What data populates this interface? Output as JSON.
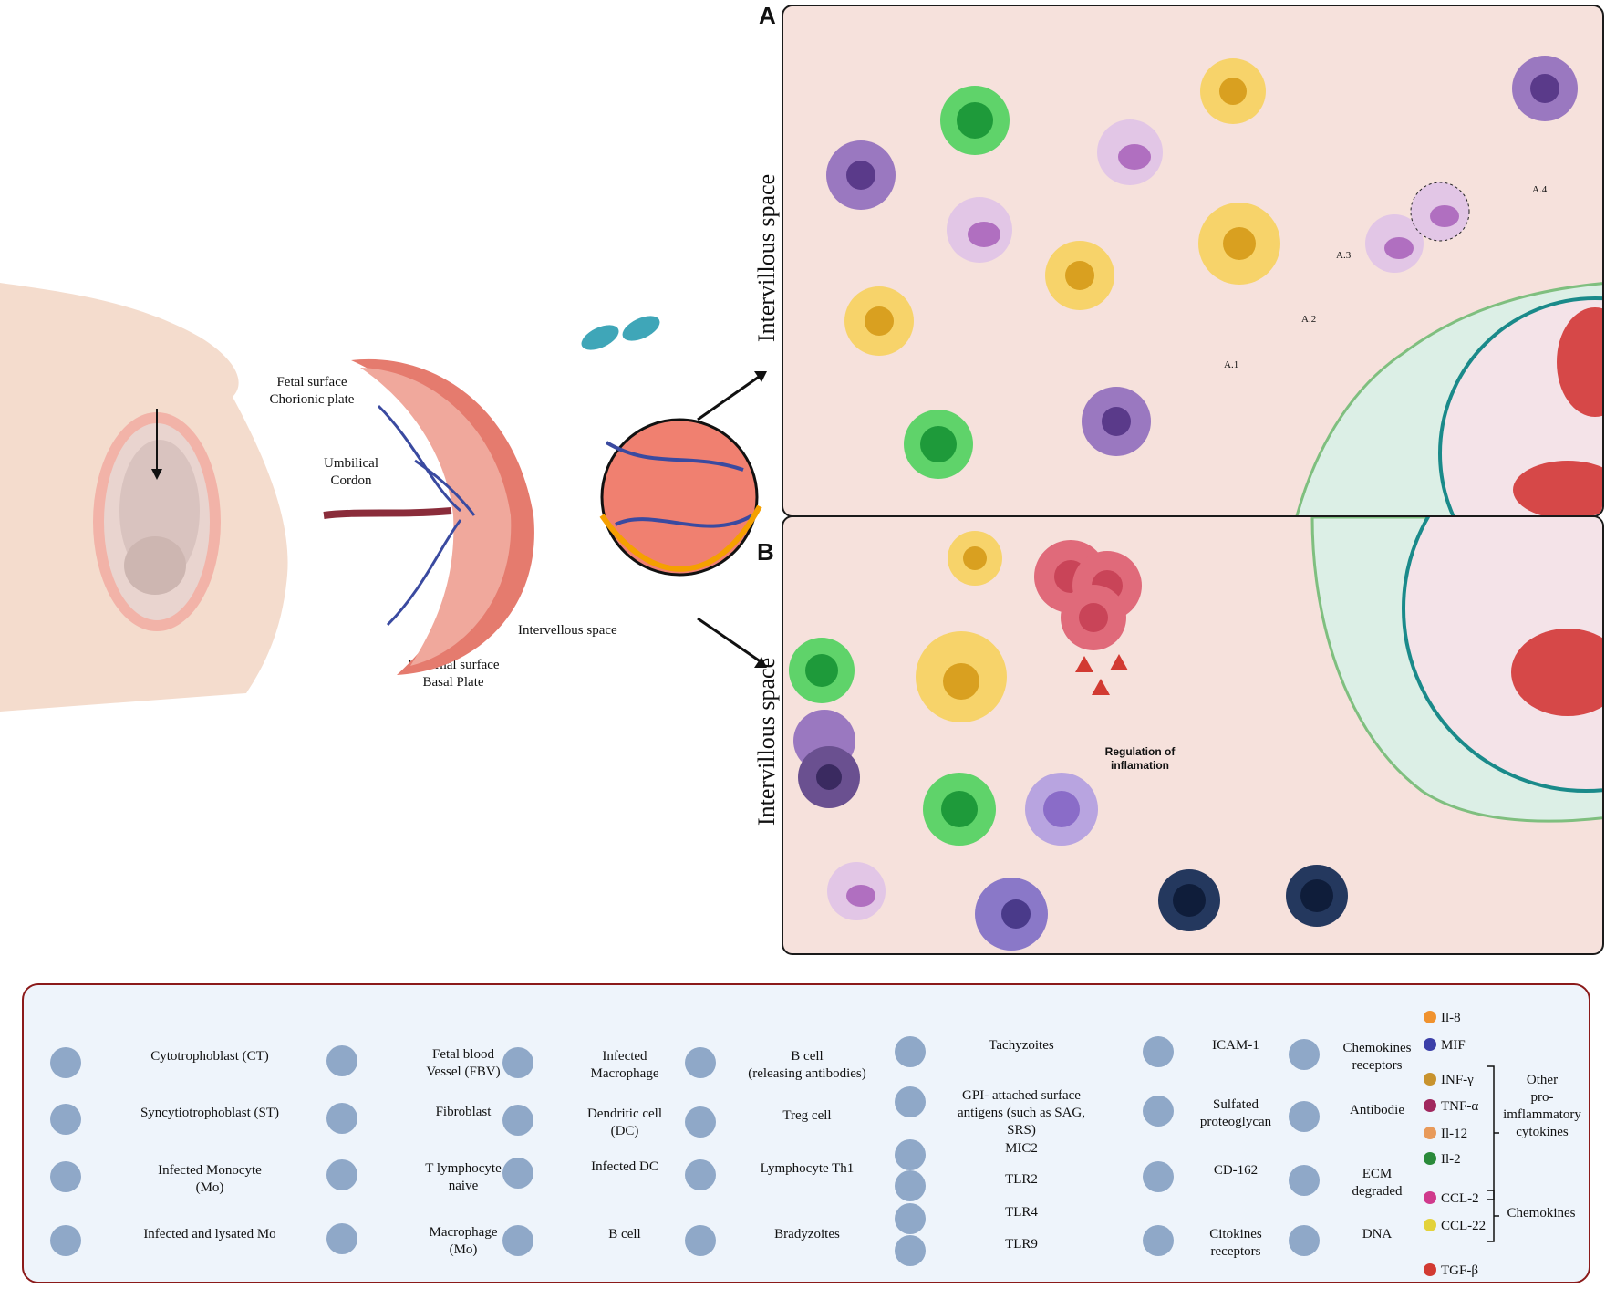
{
  "left": {
    "fetal_surface": [
      "Fetal surface",
      "Chorionic plate"
    ],
    "umbilical": [
      "Umbilical",
      "Cordon"
    ],
    "intervillous": "Intervellous space",
    "maternal_surface": [
      "Maternal surface",
      "Basal Plate"
    ]
  },
  "panel_a": {
    "letter": "A",
    "side_label": "Intervillous space",
    "steps": [
      "A.1",
      "A.2",
      "A.3",
      "A.4"
    ]
  },
  "panel_b": {
    "letter": "B",
    "side_label": "Intervillous space",
    "regulation": [
      "Regulation of",
      "inflamation"
    ]
  },
  "legend": {
    "col1": [
      {
        "label": "Cytotrophoblast (CT)",
        "icon": "cytotrophoblast-icon"
      },
      {
        "label": "Syncytiotrophoblast (ST)",
        "icon": "syncytiotrophoblast-icon"
      },
      {
        "label": "Infected  Monocyte\n(Mo)",
        "icon": "infected-monocyte-icon"
      },
      {
        "label": "Infected and lysated Mo",
        "icon": "lysated-monocyte-icon"
      }
    ],
    "col2": [
      {
        "label": "Fetal blood\nVessel (FBV)",
        "icon": "fetal-blood-vessel-icon"
      },
      {
        "label": "Fibroblast",
        "icon": "fibroblast-icon"
      },
      {
        "label": "T lymphocyte\nnaive",
        "icon": "t-lymphocyte-icon"
      },
      {
        "label": "Macrophage\n(Mo)",
        "icon": "macrophage-icon"
      }
    ],
    "col3": [
      {
        "label": "Infected\nMacrophage",
        "icon": "infected-macrophage-icon"
      },
      {
        "label": "Dendritic cell\n(DC)",
        "icon": "dendritic-cell-icon"
      },
      {
        "label": "Infected DC",
        "icon": "infected-dc-icon"
      },
      {
        "label": "B cell",
        "icon": "b-cell-icon"
      }
    ],
    "col4": [
      {
        "label": "B cell\n(releasing antibodies)",
        "icon": "b-cell-antibodies-icon"
      },
      {
        "label": "Treg cell",
        "icon": "treg-cell-icon"
      },
      {
        "label": "Lymphocyte Th1",
        "icon": "th1-icon"
      },
      {
        "label": "Bradyzoites",
        "icon": "bradyzoite-icon"
      }
    ],
    "col5": [
      {
        "label": "Tachyzoites",
        "icon": "tachyzoite-icon"
      },
      {
        "label": "GPI- attached surface\nantigens (such as SAG, SRS)",
        "icon": "gpi-antigen-icon"
      },
      {
        "label": "MIC2",
        "icon": "mic2-icon"
      },
      {
        "label": "TLR2",
        "icon": "tlr2-icon"
      },
      {
        "label": "TLR4",
        "icon": "tlr4-icon"
      },
      {
        "label": "TLR9",
        "icon": "tlr9-icon"
      }
    ],
    "col6": [
      {
        "label": "ICAM-1",
        "icon": "icam1-icon"
      },
      {
        "label": "Sulfated\nproteoglycan",
        "icon": "proteoglycan-icon"
      },
      {
        "label": "CD-162",
        "icon": "cd162-icon"
      },
      {
        "label": "Citokines\nreceptors",
        "icon": "cytokine-receptor-icon"
      }
    ],
    "col7": [
      {
        "label": "Chemokines\nreceptors",
        "icon": "chemokine-receptor-icon"
      },
      {
        "label": "Antibodie",
        "icon": "antibody-icon"
      },
      {
        "label": "ECM\ndegraded",
        "icon": "ecm-icon"
      },
      {
        "label": "DNA",
        "icon": "dna-icon"
      }
    ],
    "col8": [
      {
        "label": "Il-8",
        "icon": "il8-icon",
        "color": "#f0922e"
      },
      {
        "label": "MIF",
        "icon": "mif-icon",
        "color": "#3b3fa8"
      },
      {
        "label": "INF-γ",
        "icon": "inf-gamma-icon",
        "color": "#c8932e"
      },
      {
        "label": "TNF-α",
        "icon": "tnf-alpha-icon",
        "color": "#a0285e"
      },
      {
        "label": "Il-12",
        "icon": "il12-icon",
        "color": "#e89a5a"
      },
      {
        "label": "Il-2",
        "icon": "il2-icon",
        "color": "#2a8a3a"
      },
      {
        "label": "CCL-2",
        "icon": "ccl2-icon",
        "color": "#d03a8c"
      },
      {
        "label": "CCL-22",
        "icon": "ccl22-icon",
        "color": "#e3d23a"
      },
      {
        "label": "TGF-β",
        "icon": "tgf-beta-icon",
        "color": "#d23a32"
      }
    ],
    "group_other": [
      "Other",
      "pro-imflammatory",
      "cytokines"
    ],
    "group_chemokines": "Chemokines"
  }
}
